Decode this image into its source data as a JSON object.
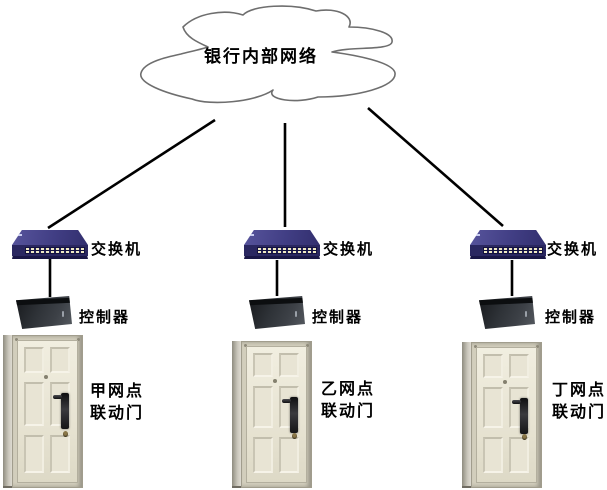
{
  "cloud": {
    "label": "银行内部网络"
  },
  "branches": [
    {
      "switch_label": "交换机",
      "controller_label": "控制器",
      "door_label_line1": "甲网点",
      "door_label_line2": "联动门"
    },
    {
      "switch_label": "交换机",
      "controller_label": "控制器",
      "door_label_line1": "乙网点",
      "door_label_line2": "联动门"
    },
    {
      "switch_label": "交换机",
      "controller_label": "控制器",
      "door_label_line1": "丁网点",
      "door_label_line2": "联动门"
    }
  ],
  "icons": {
    "cloud": "network-cloud",
    "switch": "ethernet-switch",
    "controller": "access-controller",
    "door": "security-door"
  },
  "colors": {
    "connection_line": "#000000",
    "cloud_outline": "#6e6e6e",
    "switch_top": "#4a4790",
    "switch_body": "#2a2760",
    "switch_ports": "#efe9c4",
    "controller_body": "#34383e",
    "door_face": "#e9e5d4",
    "label_text": "#000000"
  }
}
